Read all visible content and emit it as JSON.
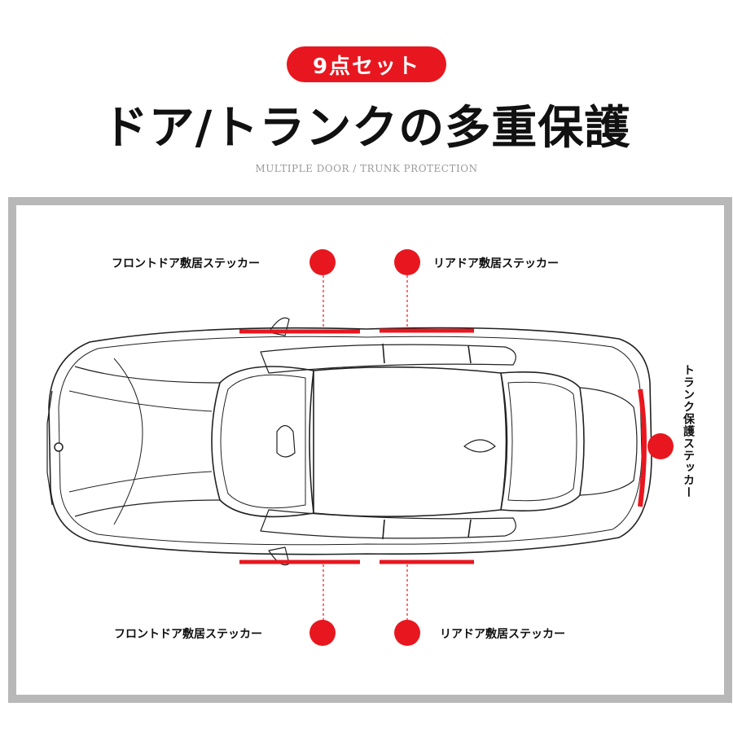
{
  "badge": {
    "text": "9点セット"
  },
  "title": "ドア/トランクの多重保護",
  "subtitle": "MULTIPLE DOOR / TRUNK PROTECTION",
  "callouts": {
    "front_top": "フロントドア敷居ステッカー",
    "rear_top": "リアドア敷居ステッカー",
    "front_bottom": "フロントドア敷居ステッカー",
    "rear_bottom": "リアドア敷居ステッカー",
    "trunk": "トランク保護ステッカー"
  },
  "colors": {
    "accent": "#e8171f",
    "frame": "#b8b8b8",
    "line": "#222222"
  },
  "icons": {
    "marker": "red-dot-marker",
    "logo": "car-badge"
  }
}
